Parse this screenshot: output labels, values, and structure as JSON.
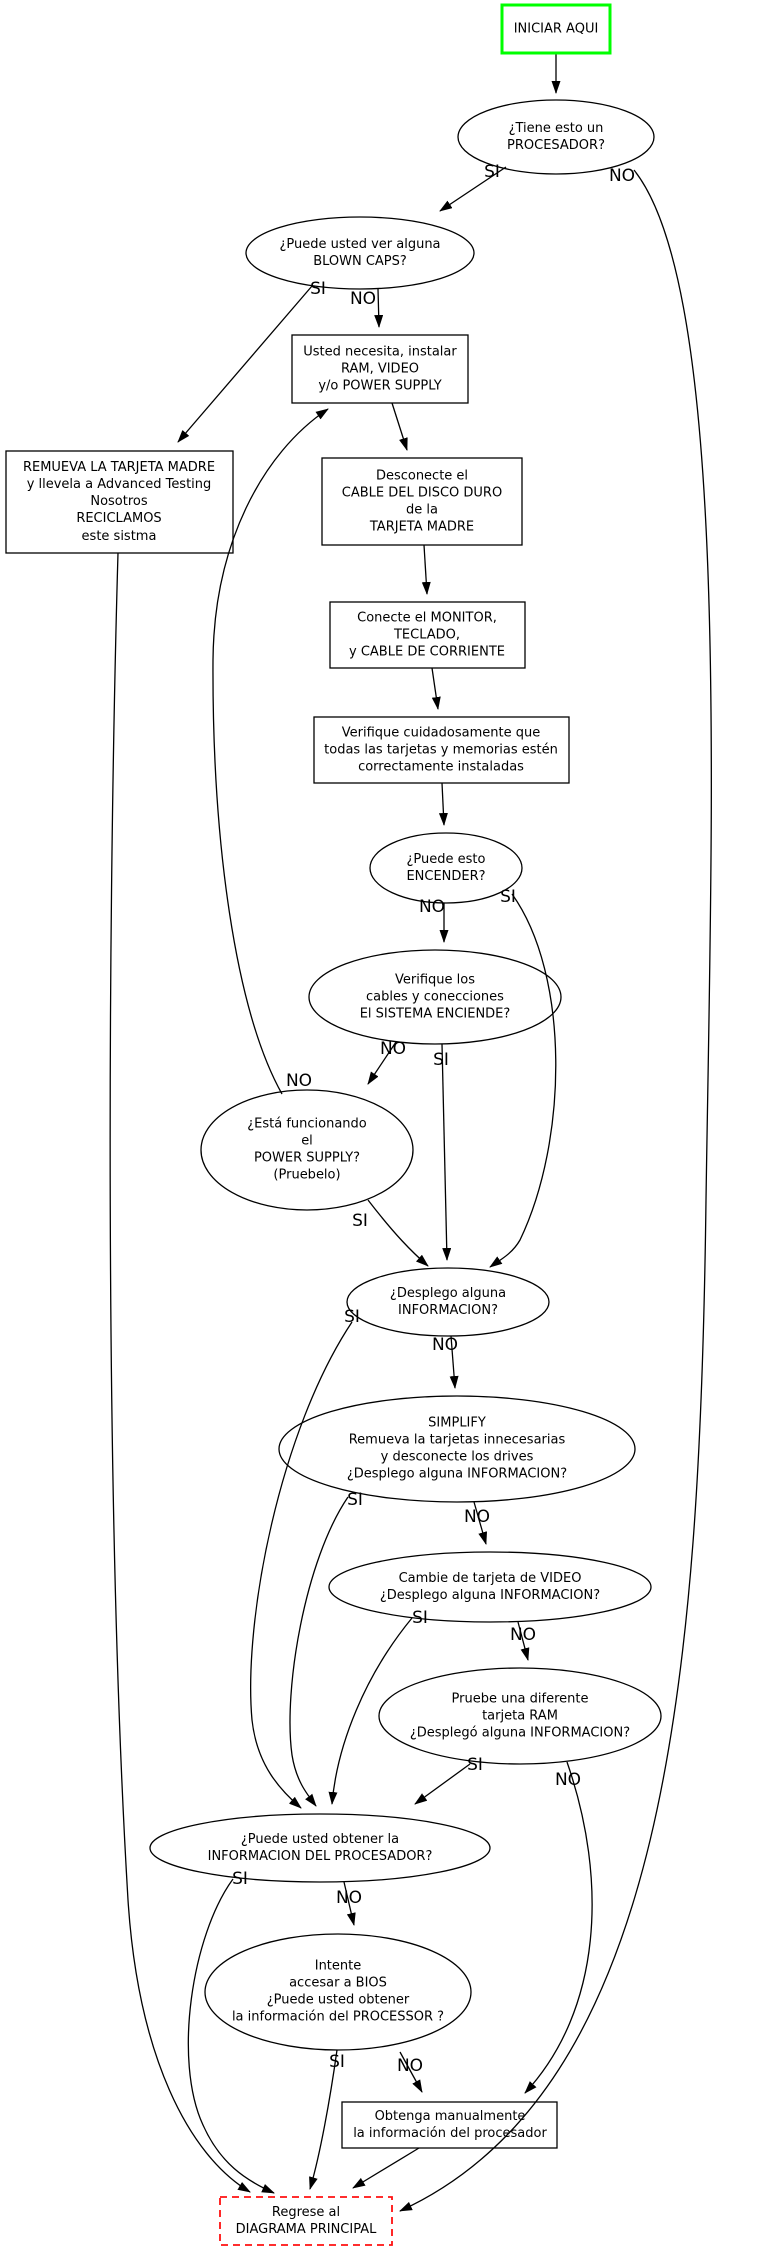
{
  "diagram": {
    "type": "flowchart",
    "language": "es",
    "colors": {
      "start_border": "#00ff00",
      "end_border": "#ff1111",
      "node_border": "#000000",
      "background": "#ffffff"
    },
    "nodes": {
      "start": {
        "label": "INICIAR AQUI",
        "shape": "rect-green"
      },
      "tiene": {
        "label": "¿Tiene esto un\nPROCESADOR?",
        "shape": "ellipse"
      },
      "blown": {
        "label": "¿Puede usted ver alguna\nBLOWN CAPS?",
        "shape": "ellipse"
      },
      "necesita": {
        "label": "Usted necesita, instalar\nRAM, VIDEO\ny/o POWER SUPPLY",
        "shape": "rect"
      },
      "remueva": {
        "label": "REMUEVA LA TARJETA MADRE\ny llevela a Advanced Testing\nNosotros\nRECICLAMOS\neste sistma",
        "shape": "rect"
      },
      "desconecte": {
        "label": "Desconecte el\nCABLE DEL DISCO DURO\nde la\nTARJETA MADRE",
        "shape": "rect"
      },
      "conecte": {
        "label": "Conecte el MONITOR,\nTECLADO,\ny CABLE DE CORRIENTE",
        "shape": "rect"
      },
      "verifique": {
        "label": "Verifique cuidadosamente que\ntodas las tarjetas y memorias estén\ncorrectamente instaladas",
        "shape": "rect"
      },
      "encender": {
        "label": "¿Puede esto\nENCENDER?",
        "shape": "ellipse"
      },
      "sistema": {
        "label": "Verifique los\ncables y conecciones\nEl SISTEMA ENCIENDE?",
        "shape": "ellipse"
      },
      "power": {
        "label": "¿Está funcionando\nel\nPOWER SUPPLY?\n(Pruebelo)",
        "shape": "ellipse"
      },
      "desplego": {
        "label": "¿Desplego alguna\nINFORMACION?",
        "shape": "ellipse"
      },
      "simplify": {
        "label": "SIMPLIFY\nRemueva la tarjetas innecesarias\ny desconecte los drives\n¿Desplego alguna INFORMACION?",
        "shape": "ellipse"
      },
      "video": {
        "label": "Cambie de tarjeta de VIDEO\n¿Desplego alguna INFORMACION?",
        "shape": "ellipse"
      },
      "ram": {
        "label": "Pruebe una diferente\ntarjeta RAM\n¿Desplegó alguna INFORMACION?",
        "shape": "ellipse"
      },
      "obtener": {
        "label": "¿Puede usted obtener la\nINFORMACION DEL PROCESADOR?",
        "shape": "ellipse"
      },
      "bios": {
        "label": "Intente\naccesar a BIOS\n¿Puede usted obtener\nla información del PROCESSOR ?",
        "shape": "ellipse"
      },
      "obtenga": {
        "label": "Obtenga manualmente\nla información del procesador",
        "shape": "rect"
      },
      "regrese": {
        "label": "Regrese al\nDIAGRAMA PRINCIPAL",
        "shape": "rect-red-dashed"
      }
    },
    "edge_labels": {
      "si": "SI",
      "no": "NO"
    }
  }
}
